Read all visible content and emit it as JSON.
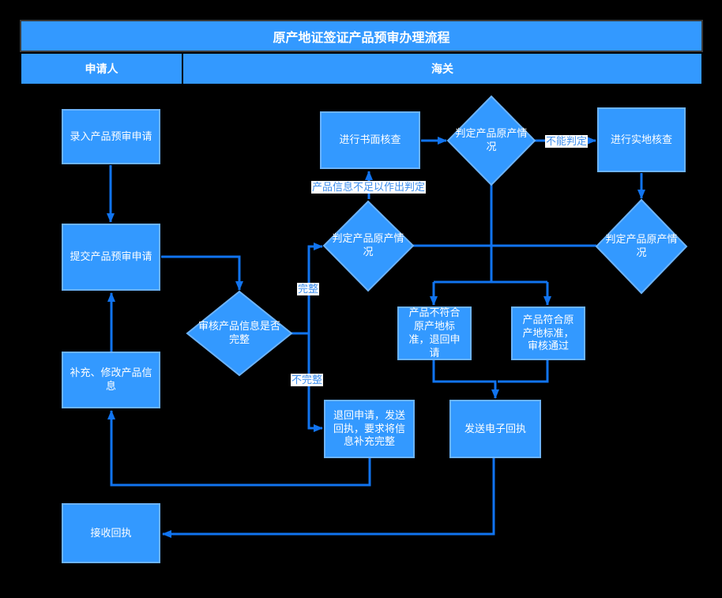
{
  "header": {
    "title": "原产地证签证产品预审办理流程",
    "lanes": [
      {
        "label": "申请人"
      },
      {
        "label": "海关"
      }
    ]
  },
  "nodes": {
    "enter_app": {
      "label": "录入产品预审申请"
    },
    "submit_app": {
      "label": "提交产品预审申请"
    },
    "supplement_info": {
      "label": "补充、修改产品信\n息"
    },
    "receive_receipt": {
      "label": "接收回执"
    },
    "review_complete": {
      "label": "审核产品信息是否\n完整"
    },
    "written_check": {
      "label": "进行书面核查"
    },
    "determine_mid": {
      "label": "判定产品原产情\n况"
    },
    "determine_top": {
      "label": "判定产品原产情\n况"
    },
    "onsite_check": {
      "label": "进行实地核查"
    },
    "determine_right": {
      "label": "判定产品原产情\n况"
    },
    "not_conform": {
      "label": "产品不符合\n原产地标\n准，退回申\n请"
    },
    "conform": {
      "label": "产品符合原\n产地标准，\n审核通过"
    },
    "return_app": {
      "label": "退回申请，发送\n回执，要求将信\n息补充完整"
    },
    "send_e_receipt": {
      "label": "发送电子回执"
    }
  },
  "edge_labels": {
    "complete": "完整",
    "incomplete": "不完整",
    "insufficient_info": "产品信息不足以作出判定",
    "cannot_determine": "不能判定"
  },
  "colors": {
    "background": "#000000",
    "shape_fill": "#3399ff",
    "shape_border": "#6cb3fa",
    "connector": "#1174f0",
    "edge_label_text": "#3f8fee",
    "edge_label_background": "#ffffff",
    "shape_text": "#ffffff",
    "title_border": "#3a3a3a"
  }
}
